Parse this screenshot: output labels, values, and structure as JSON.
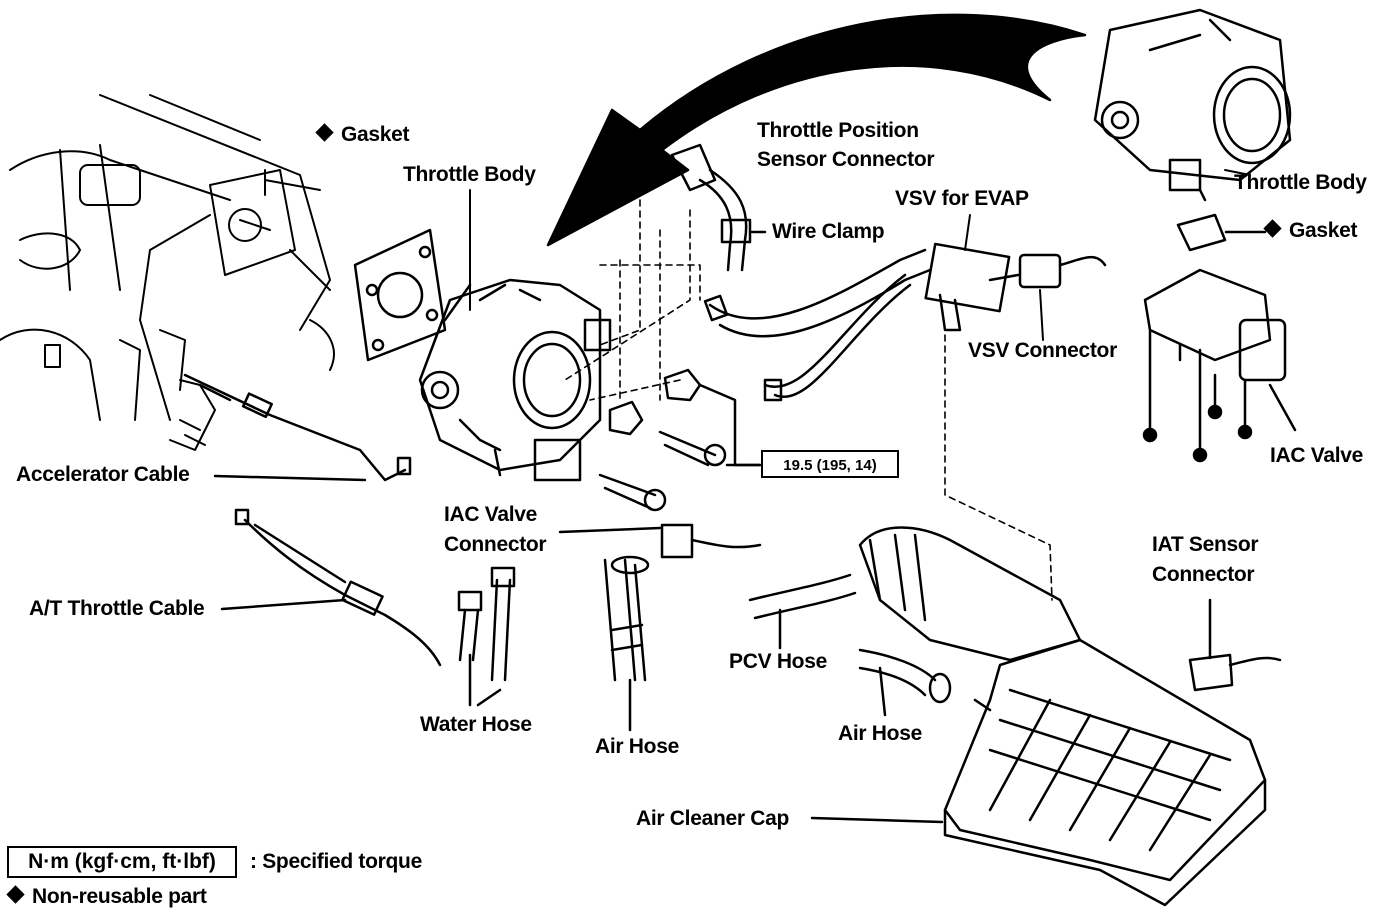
{
  "labels": {
    "gasket_left": "Gasket",
    "throttle_body_center": "Throttle Body",
    "tps_connector_line1": "Throttle Position",
    "tps_connector_line2": "Sensor Connector",
    "wire_clamp": "Wire Clamp",
    "vsv_evap": "VSV for EVAP",
    "vsv_connector": "VSV Connector",
    "throttle_body_right": "Throttle Body",
    "gasket_right": "Gasket",
    "iac_valve": "IAC Valve",
    "accelerator_cable": "Accelerator Cable",
    "iac_valve_connector_line1": "IAC Valve",
    "iac_valve_connector_line2": "Connector",
    "at_throttle_cable": "A/T Throttle Cable",
    "water_hose": "Water Hose",
    "air_hose_center": "Air Hose",
    "pcv_hose": "PCV Hose",
    "air_hose_right": "Air Hose",
    "iat_sensor_line1": "IAT Sensor",
    "iat_sensor_line2": "Connector",
    "air_cleaner_cap": "Air Cleaner Cap"
  },
  "torque_spec": "19.5 (195, 14)",
  "legend": {
    "torque_unit_box": "N·m (kgf·cm, ft·lbf)",
    "torque_description": ": Specified torque",
    "non_reusable": "Non-reusable part"
  },
  "icons": [
    "non-reusable-diamond-icon",
    "removal-direction-arrow-icon"
  ],
  "colors": {
    "ink": "#000000",
    "paper": "#ffffff"
  }
}
